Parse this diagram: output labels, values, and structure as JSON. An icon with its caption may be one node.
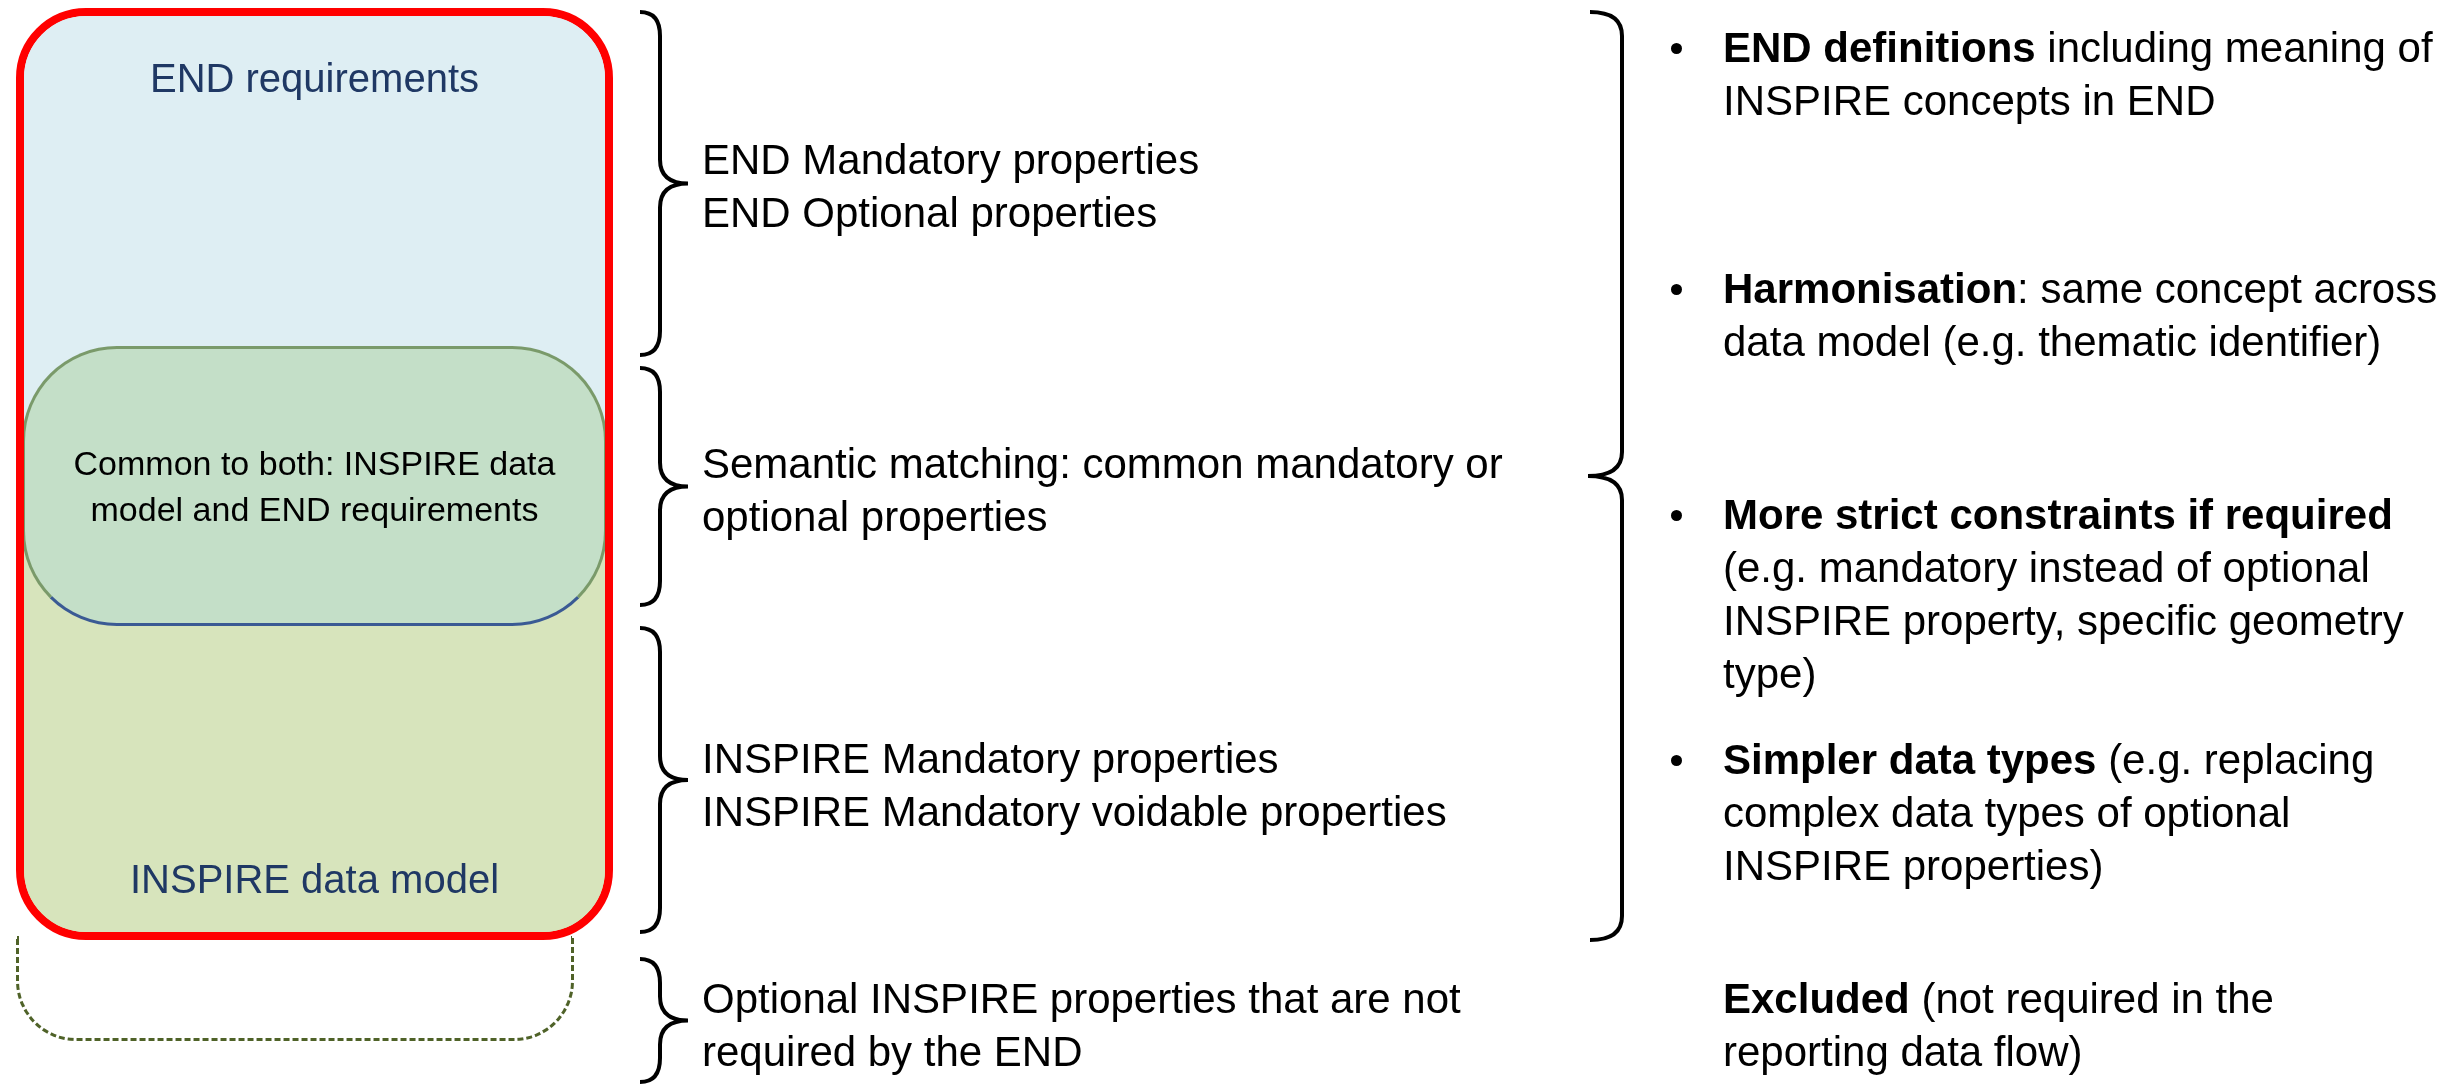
{
  "diagram": {
    "nodes": [
      {
        "text": [],
        "shape": "box"
      },
      {
        "text": [
          "END requirements"
        ],
        "in": 0
      },
      {
        "text": [
          "Common to both: INSPIRE data model and END requirements"
        ],
        "in": 0
      },
      {
        "text": [
          "INSPIRE data model"
        ],
        "in": 0
      },
      {
        "text": [],
        "shape": "box"
      }
    ],
    "edges": [],
    "labels": [
      "END Mandatory properties",
      "END Optional properties",
      "Semantic matching: common mandatory or optional properties",
      "INSPIRE Mandatory properties",
      "INSPIRE Mandatory voidable properties",
      "Optional INSPIRE properties that are not required by the END",
      "**END definitions** including meaning of INSPIRE concepts in END",
      "**Harmonisation**: same concept across data model (e.g. thematic identifier)",
      "**More strict constraints if required** (e.g. mandatory instead of optional INSPIRE property, specific geometry type)",
      "**Simpler data types** (e.g. replacing complex data types of optional INSPIRE properties)",
      "**Excluded** (not required in the reporting data flow)"
    ]
  }
}
